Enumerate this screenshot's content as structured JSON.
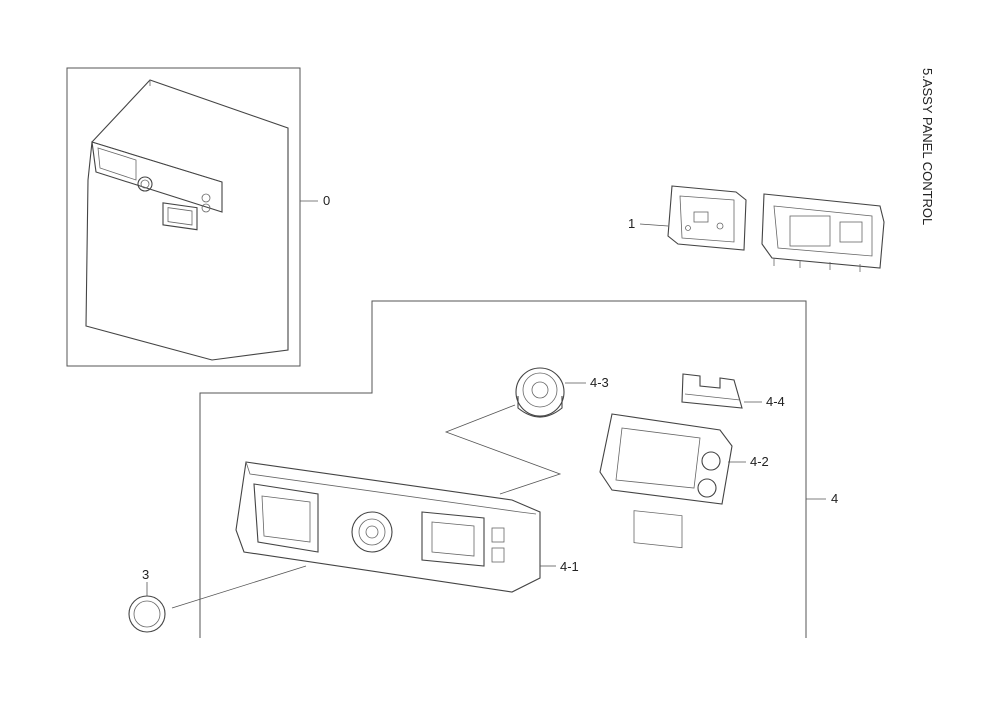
{
  "title": "5.ASSY PANEL CONTROL",
  "callouts": {
    "c0": "0",
    "c1": "1",
    "c3": "3",
    "c4": "4",
    "c4_1": "4-1",
    "c4_2": "4-2",
    "c4_3": "4-3",
    "c4_4": "4-4"
  }
}
